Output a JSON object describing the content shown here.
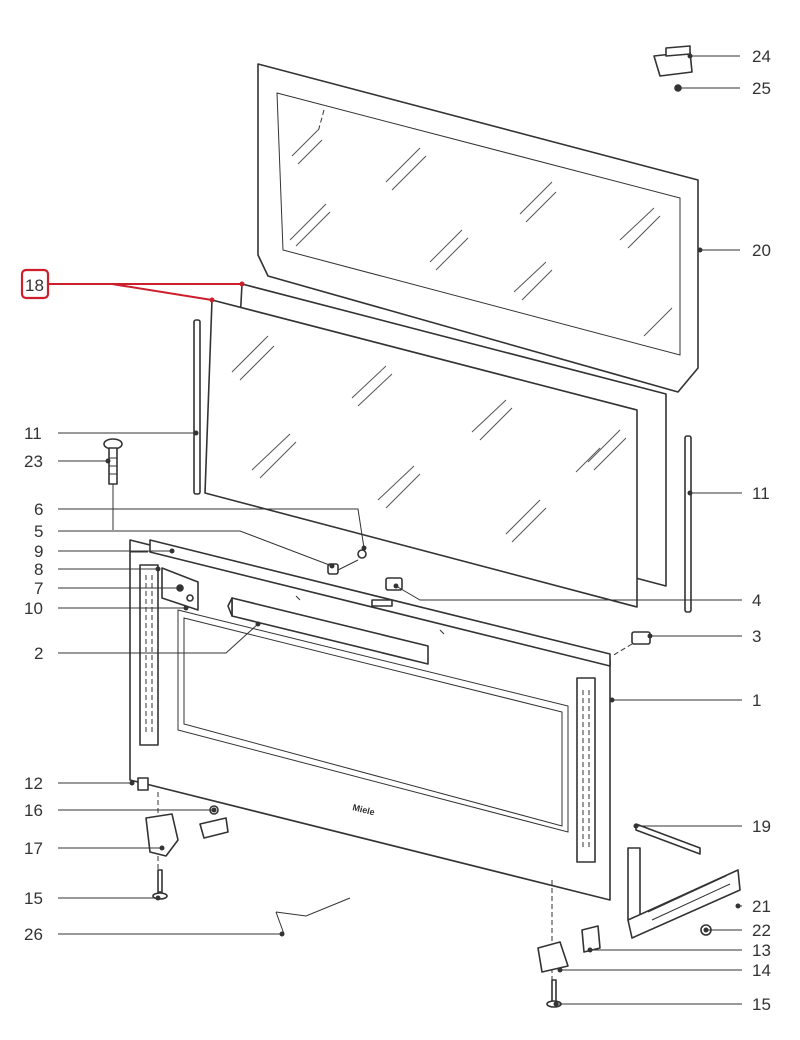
{
  "diagram": {
    "part_labels": [
      {
        "id": "24",
        "text": "24"
      },
      {
        "id": "25",
        "text": "25"
      },
      {
        "id": "20",
        "text": "20"
      },
      {
        "id": "18",
        "text": "18",
        "highlighted": true
      },
      {
        "id": "11a",
        "text": "11"
      },
      {
        "id": "23",
        "text": "23"
      },
      {
        "id": "11b",
        "text": "11"
      },
      {
        "id": "6",
        "text": "6"
      },
      {
        "id": "5",
        "text": "5"
      },
      {
        "id": "9",
        "text": "9"
      },
      {
        "id": "8",
        "text": "8"
      },
      {
        "id": "7",
        "text": "7"
      },
      {
        "id": "10",
        "text": "10"
      },
      {
        "id": "4",
        "text": "4"
      },
      {
        "id": "3",
        "text": "3"
      },
      {
        "id": "2",
        "text": "2"
      },
      {
        "id": "1",
        "text": "1"
      },
      {
        "id": "12",
        "text": "12"
      },
      {
        "id": "16",
        "text": "16"
      },
      {
        "id": "19",
        "text": "19"
      },
      {
        "id": "17",
        "text": "17"
      },
      {
        "id": "21",
        "text": "21"
      },
      {
        "id": "15a",
        "text": "15"
      },
      {
        "id": "22",
        "text": "22"
      },
      {
        "id": "26",
        "text": "26"
      },
      {
        "id": "13",
        "text": "13"
      },
      {
        "id": "14",
        "text": "14"
      },
      {
        "id": "15b",
        "text": "15"
      }
    ],
    "brand_mark": "Miele",
    "highlight_color": "#cc1f2b",
    "line_color": "#333333"
  }
}
